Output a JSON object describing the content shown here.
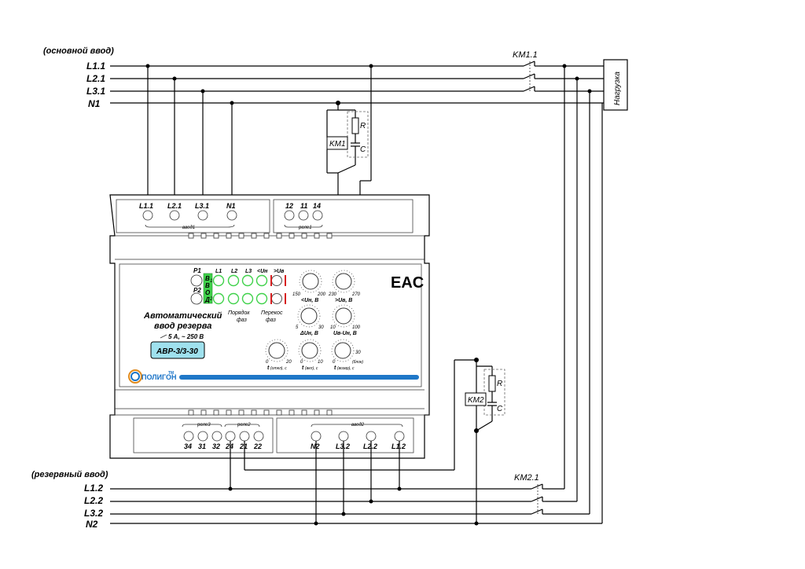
{
  "inputs": {
    "main_caption": "(основной ввод)",
    "reserve_caption": "(резервный ввод)",
    "main_lines": [
      "L1.1",
      "L2.1",
      "L3.1",
      "N1"
    ],
    "reserve_lines": [
      "L1.2",
      "L2.2",
      "L3.2",
      "N2"
    ]
  },
  "contactors": {
    "km1_contact": "KM1.1",
    "km2_contact": "KM2.1",
    "km1_coil": "KM1",
    "km2_coil": "KM2",
    "r_label": "R",
    "c_label": "C"
  },
  "load": {
    "label": "Нагрузка"
  },
  "device": {
    "top_terminals": [
      "L1.1",
      "L2.1",
      "L3.1",
      "N1"
    ],
    "top_group_label": "ввод1",
    "relay1_terminals": [
      "12",
      "11",
      "14"
    ],
    "relay1_label": "реле1",
    "bottom_relay_terminals": [
      "34",
      "31",
      "32",
      "24",
      "21",
      "22"
    ],
    "relay3_label": "реле3",
    "relay2_label": "реле2",
    "bottom_input_terminals": [
      "N2",
      "L3.2",
      "L2.2",
      "L1.2"
    ],
    "input2_label": "ввод2",
    "title_line1": "Автоматический",
    "title_line2": "ввод резерва",
    "rating": "5 А, ~ 250 В",
    "model": "АВР-3/3-30",
    "brand": "ПОЛИГОН",
    "brand_tm": "ТМ",
    "eac": "EAC",
    "led_p1": "P1",
    "led_p2": "P2",
    "led_col_labels": [
      "L1",
      "L2",
      "L3",
      "<Uн",
      ">Uв"
    ],
    "vvod_letters": [
      "В",
      "В",
      "О",
      "Д"
    ],
    "vvod_num1": "1",
    "vvod_num2": "2",
    "phase_order_l1": "Порядок",
    "phase_order_l2": "фаз",
    "phase_skew_l1": "Перекос",
    "phase_skew_l2": "фаз",
    "knobs": [
      {
        "label": "<Uн, В",
        "min": "150",
        "max": "200"
      },
      {
        "label": ">Uв, В",
        "min": "230",
        "max": "270"
      },
      {
        "label": "ΔUн, В",
        "min": "5",
        "max": "30"
      },
      {
        "label": "Uв-Uн, В",
        "min": "10",
        "max": "100"
      },
      {
        "label_t": "t",
        "label": "(откл), с",
        "min": "0",
        "max": "20"
      },
      {
        "label_t": "t",
        "label": "(вкл), с",
        "min": "0",
        "max": "10"
      },
      {
        "label_t": "t",
        "label": "(возвр), с",
        "min": "0",
        "max": "30",
        "extra": "(блок)"
      }
    ]
  }
}
